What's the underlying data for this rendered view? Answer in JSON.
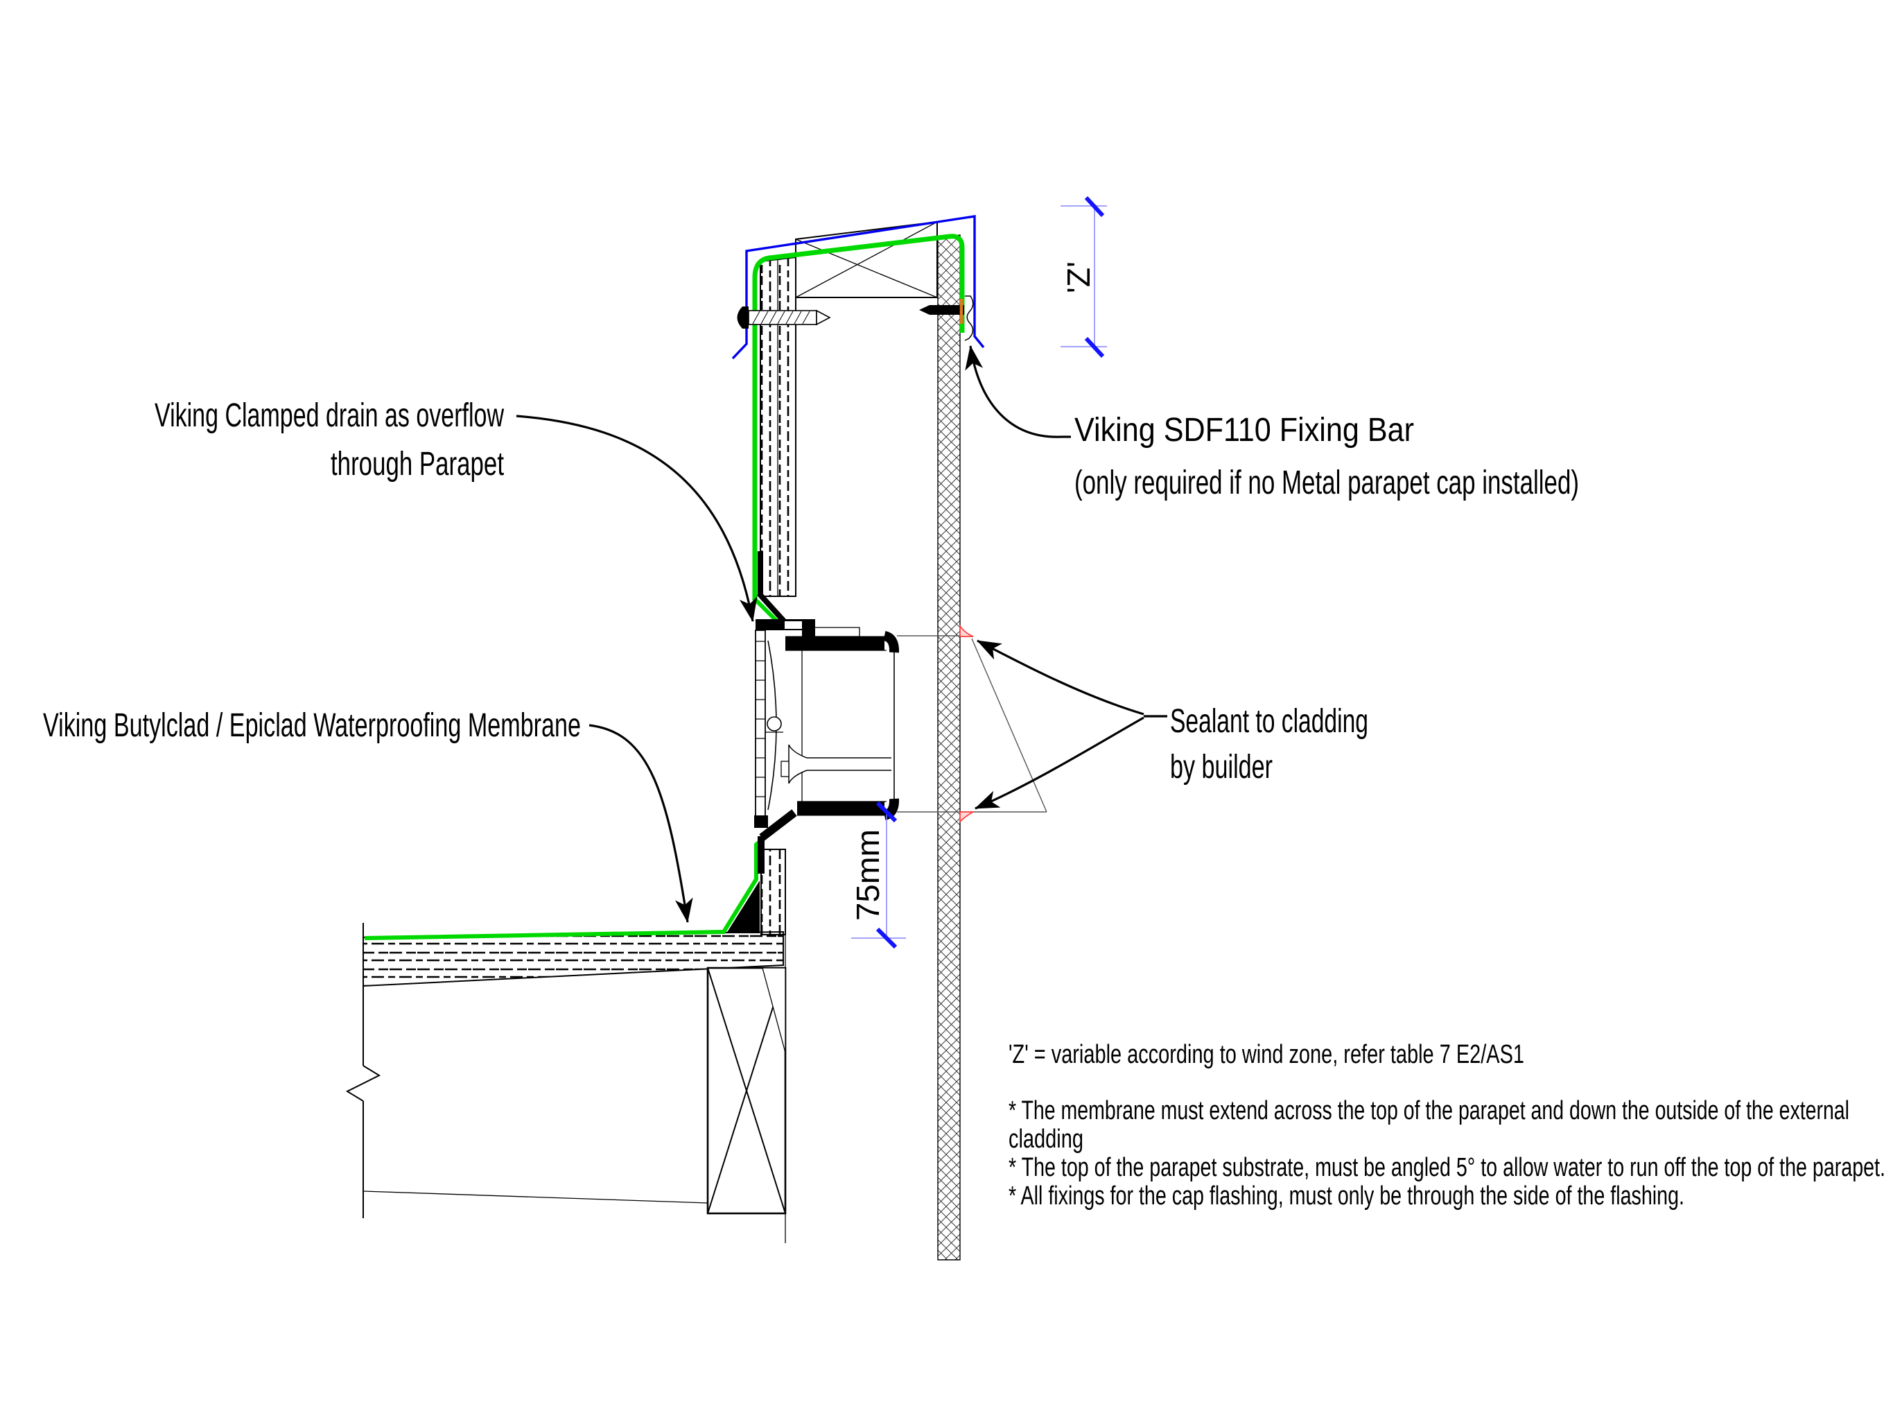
{
  "labels": {
    "clamped_drain": {
      "line1": "Viking Clamped drain as overflow",
      "line2": "through Parapet"
    },
    "membrane": {
      "text": "Viking Butylclad / Epiclad Waterproofing Membrane"
    },
    "sdf110": {
      "line1": "Viking SDF110 Fixing Bar",
      "line2": "(only required if no Metal parapet cap installed)"
    },
    "sealant": {
      "line1": "Sealant to cladding",
      "line2": "by builder"
    }
  },
  "dimensions": {
    "z": {
      "label": "'Z'"
    },
    "overflow_height": {
      "label": "75mm"
    }
  },
  "notes": {
    "lines": [
      "'Z' = variable according to wind zone, refer table 7  E2/AS1",
      "* The membrane must extend across the top of the parapet and down the outside of the external",
      "cladding",
      "* The top of the parapet substrate, must be angled 5° to allow water to run off the top of the parapet.",
      "* All fixings for the cap flashing, must only be through the side of the flashing."
    ]
  },
  "colors": {
    "membrane_green": "#00d900",
    "cap_blue": "#0000ee",
    "dim_blue": "#1414ff",
    "dim_blue_light": "#8484ff",
    "sealant_red": "#ff4040",
    "fixing_orange": "#e07820"
  }
}
